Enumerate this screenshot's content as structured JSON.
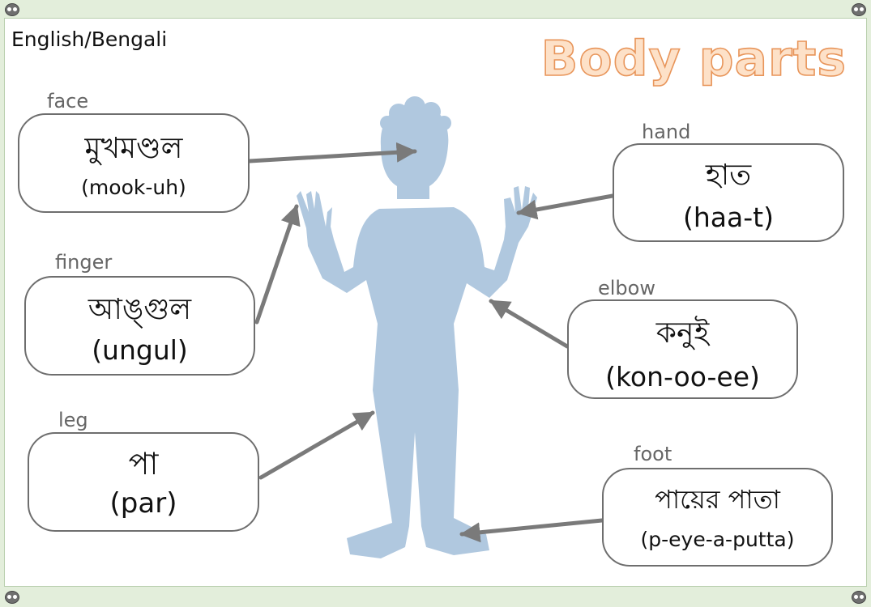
{
  "header": {
    "language_pair": "English/Bengali",
    "title": "Body parts"
  },
  "colors": {
    "page_background": "#e3eedb",
    "title_fill": "#fde1c8",
    "title_outline": "#e8955a",
    "silhouette": "#b0c8df",
    "arrow": "#7a7a7a",
    "card_border": "#6e6e6e"
  },
  "icons": [
    "owl-icon"
  ],
  "labels": {
    "face": {
      "english": "face",
      "bengali": "মুখমণ্ডল",
      "pronunciation": "(mook-uh)"
    },
    "finger": {
      "english": "finger",
      "bengali": "আঙ্গুল",
      "pronunciation": "(ungul)"
    },
    "leg": {
      "english": "leg",
      "bengali": "পা",
      "pronunciation": "(par)"
    },
    "hand": {
      "english": "hand",
      "bengali": "হাত",
      "pronunciation": "(haa-t)"
    },
    "elbow": {
      "english": "elbow",
      "bengali": "কনুই",
      "pronunciation": "(kon-oo-ee)"
    },
    "foot": {
      "english": "foot",
      "bengali": "পায়ের পাতা",
      "pronunciation": "(p-eye-a-putta)"
    }
  }
}
